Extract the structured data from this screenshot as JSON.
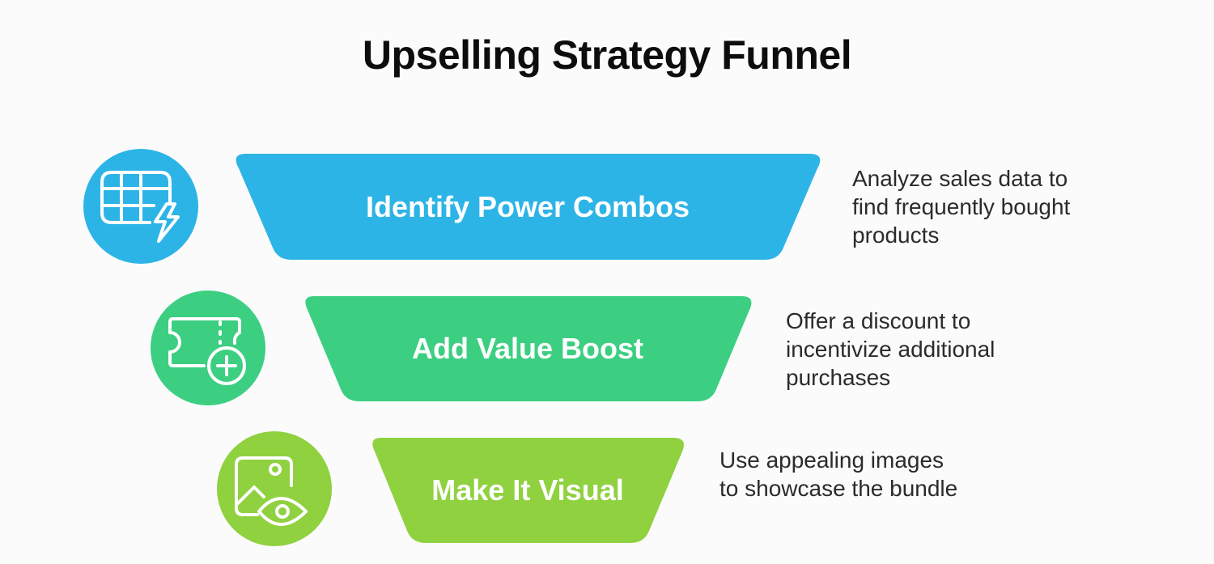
{
  "title": "Upselling Strategy Funnel",
  "stages": [
    {
      "label": "Identify Power Combos",
      "description": "Analyze sales data to\nfind frequently bought\nproducts",
      "color": "#2db4e6",
      "icon": "table-lightning-icon"
    },
    {
      "label": "Add Value Boost",
      "description": "Offer a discount to\nincentivize additional\npurchases",
      "color": "#3ccf82",
      "icon": "ticket-plus-icon"
    },
    {
      "label": "Make It Visual",
      "description": "Use appealing images\nto showcase the bundle",
      "color": "#8fd13f",
      "icon": "image-eye-icon"
    }
  ]
}
